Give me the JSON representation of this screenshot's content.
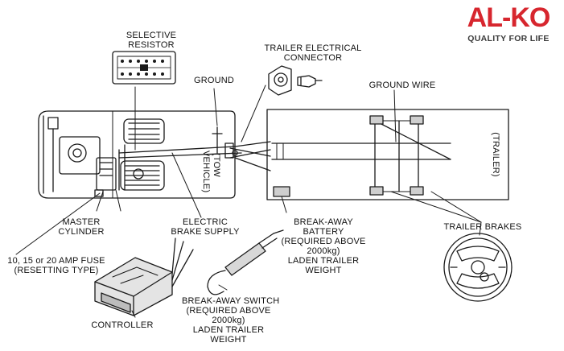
{
  "brand": {
    "name": "AL-KO",
    "tagline": "QUALITY FOR LIFE",
    "accent_color": "#d7262e"
  },
  "vehicle_labels": {
    "tow_vehicle": [
      "(TOW",
      "VEHICLE)"
    ],
    "trailer": "(TRAILER)"
  },
  "callouts": {
    "selective_resistor": [
      "SELECTIVE",
      "RESISTOR"
    ],
    "ground": "GROUND",
    "trailer_connector": [
      "TRAILER ELECTRICAL",
      "CONNECTOR"
    ],
    "ground_wire": "GROUND WIRE",
    "master_cylinder": [
      "MASTER",
      "CYLINDER"
    ],
    "electric_brake_supply": [
      "ELECTRIC",
      "BRAKE SUPPLY"
    ],
    "breakaway_battery": [
      "BREAK-AWAY",
      "BATTERY",
      "(REQUIRED ABOVE",
      "2000kg)",
      "LADEN TRAILER",
      "WEIGHT"
    ],
    "trailer_brakes": "TRAILER BRAKES",
    "fuse": [
      "10, 15 or 20 AMP FUSE",
      "(RESETTING TYPE)"
    ],
    "breakaway_switch": [
      "BREAK-AWAY SWITCH",
      "(REQUIRED ABOVE",
      "2000kg)",
      "LADEN TRAILER",
      "WEIGHT"
    ],
    "controller": "CONTROLLER"
  }
}
